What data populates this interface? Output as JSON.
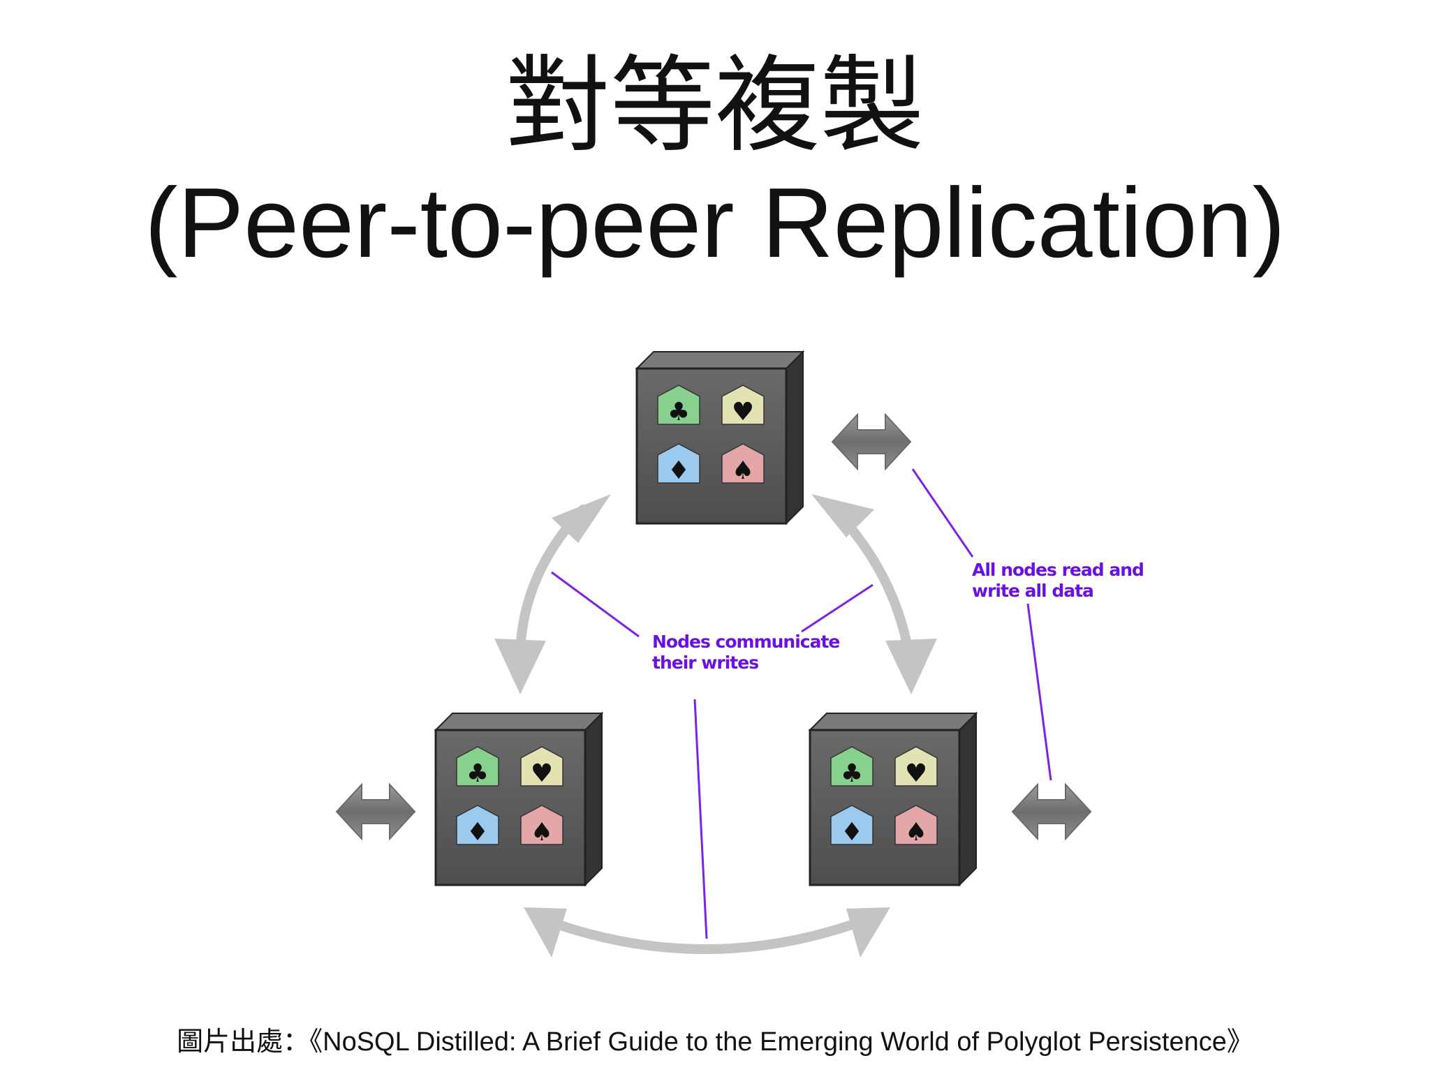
{
  "slide": {
    "title_zh": "對等複製",
    "title_en": "(Peer-to-peer Replication)",
    "caption": "圖片出處：《NoSQL Distilled: A Brief Guide to the Emerging World of Polyglot Persistence》"
  },
  "diagram": {
    "annotations": {
      "all_nodes_line1": "All nodes read and",
      "all_nodes_line2": "write all data",
      "communicate_line1": "Nodes communicate",
      "communicate_line2": "their writes"
    },
    "node_count": 3,
    "suits": [
      {
        "symbol": "♣",
        "color": "#88d08e",
        "name": "club"
      },
      {
        "symbol": "♥",
        "color": "#e3e2b2",
        "name": "heart"
      },
      {
        "symbol": "♦",
        "color": "#9cc9ee",
        "name": "diamond"
      },
      {
        "symbol": "♠",
        "color": "#e3a7a7",
        "name": "spade"
      }
    ],
    "colors": {
      "node_face": "#5c5c5c",
      "node_side": "#333333",
      "arrow_grey": "#c4c4c4",
      "leader_line": "#7b22e6",
      "annotation_text": "#6a10e0"
    }
  }
}
